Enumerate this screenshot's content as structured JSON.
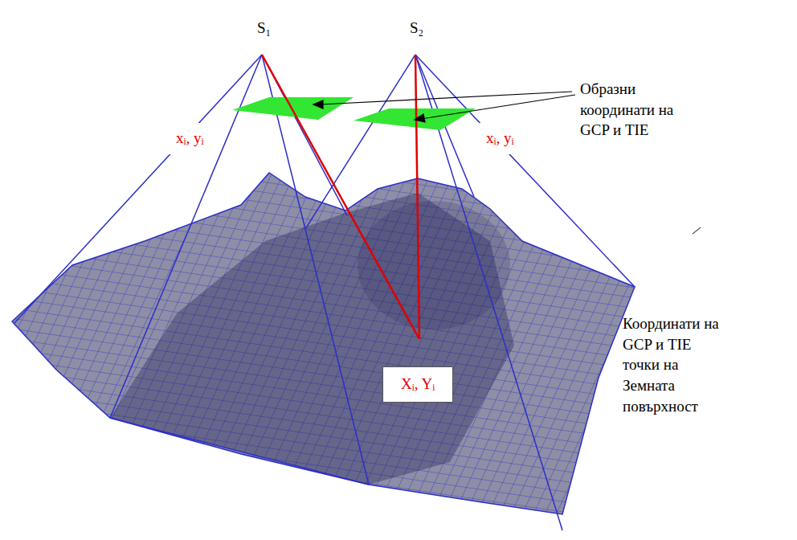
{
  "diagram": {
    "nodes": [
      {
        "text": [
          "xᵢ, yᵢ"
        ]
      },
      {
        "text": [
          "xᵢ, yᵢ"
        ]
      },
      {
        "text": [
          "Xᵢ, Yᵢ"
        ]
      }
    ],
    "labels": [
      "S₁",
      "S₂",
      "Образни координати на GCP и TIE",
      "Координати на GCP и TIE точки на Земната повърхност"
    ]
  }
}
